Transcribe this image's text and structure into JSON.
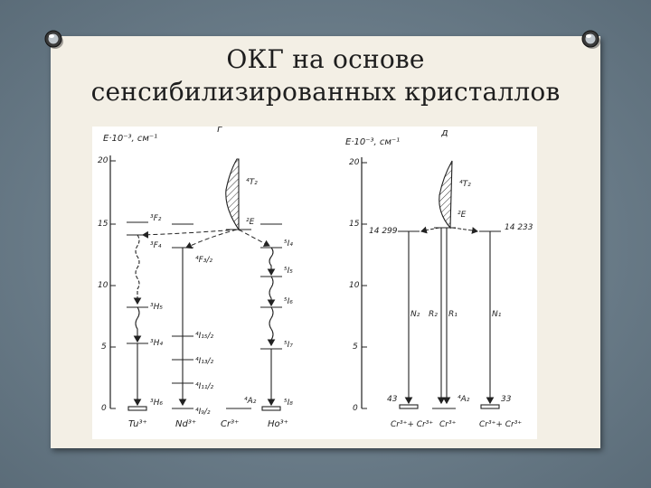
{
  "slide": {
    "title_line1": "ОКГ на основе",
    "title_line2": "сенсибилизированных кристаллов"
  },
  "diagram_left": {
    "panel_label": "г",
    "axis_label": "E·10⁻³, см⁻¹",
    "ticks": [
      "20",
      "15",
      "10",
      "5",
      "0"
    ],
    "tm_levels": [
      "³F₂",
      "³F₄",
      "³H₅",
      "³H₄",
      "³H₆"
    ],
    "nd_levels": [
      "⁴F₃/₂",
      "⁴I₁₅/₂",
      "⁴I₁₃/₂",
      "⁴I₁₁/₂",
      "⁴I₉/₂"
    ],
    "cr_levels": [
      "⁴T₂",
      "²E",
      "⁴A₂"
    ],
    "ho_levels": [
      "⁵I₄",
      "⁵I₅",
      "⁵I₆",
      "⁵I₇",
      "⁵I₈"
    ],
    "ions": [
      "Tu³⁺",
      "Nd³⁺",
      "Cr³⁺",
      "Ho³⁺"
    ]
  },
  "diagram_right": {
    "panel_label": "д",
    "axis_label": "E·10⁻³, см⁻¹",
    "ticks": [
      "20",
      "15",
      "10",
      "5",
      "0"
    ],
    "level_left": "14 299",
    "level_right": "14 233",
    "upper_labels": [
      "⁴T₂",
      "²E"
    ],
    "lower_label": "⁴A₂",
    "lines": [
      "N₂",
      "R₂",
      "R₁",
      "N₁"
    ],
    "ground_left": "43",
    "ground_right": "33",
    "ions_left": "Cr³⁺+ Cr³⁺",
    "ion_center": "Cr³⁺",
    "ions_right": "Cr³⁺+ Cr³⁺"
  }
}
